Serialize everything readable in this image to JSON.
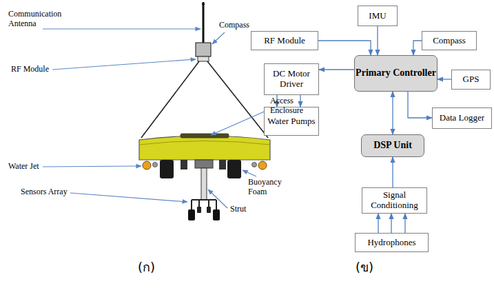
{
  "diagram": {
    "nodes": [
      {
        "text": [
          "IMU"
        ]
      },
      {
        "text": [
          "RF Module"
        ]
      },
      {
        "text": [
          "Compass"
        ]
      },
      {
        "text": [
          "Primary Controller"
        ]
      },
      {
        "text": [
          "GPS"
        ]
      },
      {
        "text": [
          "DC Motor Driver"
        ]
      },
      {
        "text": [
          "Water Pumps"
        ]
      },
      {
        "text": [
          "Data Logger"
        ]
      },
      {
        "text": [
          "DSP Unit"
        ]
      },
      {
        "text": [
          "Signal Conditioning"
        ]
      },
      {
        "text": [
          "Hydrophones"
        ]
      }
    ],
    "edges": [
      {
        "from": 0,
        "to": 3,
        "arrow": "to"
      },
      {
        "from": 1,
        "to": 3,
        "arrow": "to"
      },
      {
        "from": 2,
        "to": 3,
        "arrow": "to"
      },
      {
        "from": 4,
        "to": 3,
        "arrow": "to"
      },
      {
        "from": 3,
        "to": 5,
        "arrow": "to"
      },
      {
        "from": 5,
        "to": 6,
        "arrow": "to"
      },
      {
        "from": 5,
        "to": 6,
        "arrow": "to"
      },
      {
        "from": 3,
        "to": 7,
        "arrow": "to"
      },
      {
        "from": 3,
        "to": 8,
        "arrow": "both"
      },
      {
        "from": 9,
        "to": 8,
        "arrow": "to"
      },
      {
        "from": 10,
        "to": 9,
        "arrow": "to"
      },
      {
        "from": 10,
        "to": 9,
        "arrow": "to"
      },
      {
        "from": 10,
        "to": 9,
        "arrow": "to"
      }
    ],
    "labels": [
      "Communication Antenna",
      "Compass",
      "RF Module",
      "Access Enclosure",
      "Water Jet",
      "Buoyancy Foam",
      "Sensors Array",
      "Strut",
      "(ก)",
      "(ข)"
    ]
  }
}
